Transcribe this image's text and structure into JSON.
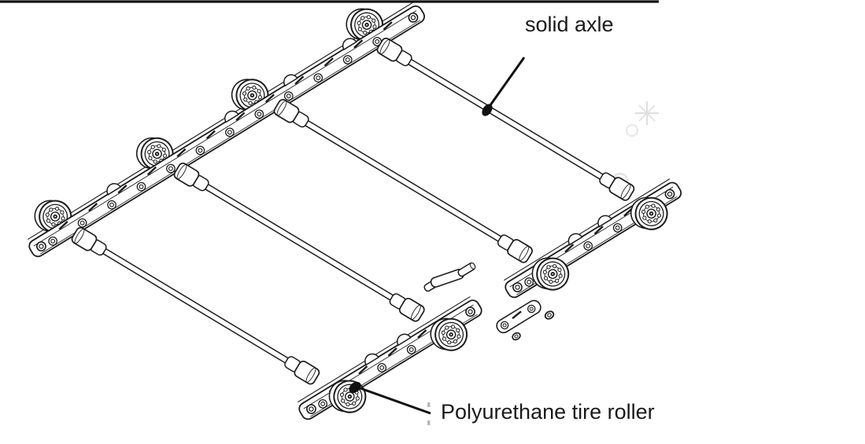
{
  "page": {
    "background": "#ffffff",
    "ink_color": "#1c1c1c"
  },
  "diagram": {
    "type": "technical-illustration",
    "subject": "conveyor chain assembly with cross axles and rollers",
    "labels": [
      {
        "id": "solid_axle",
        "text": "solid axle"
      },
      {
        "id": "polyurethane_tire_roller",
        "text": "Polyurethane tire roller"
      }
    ]
  }
}
